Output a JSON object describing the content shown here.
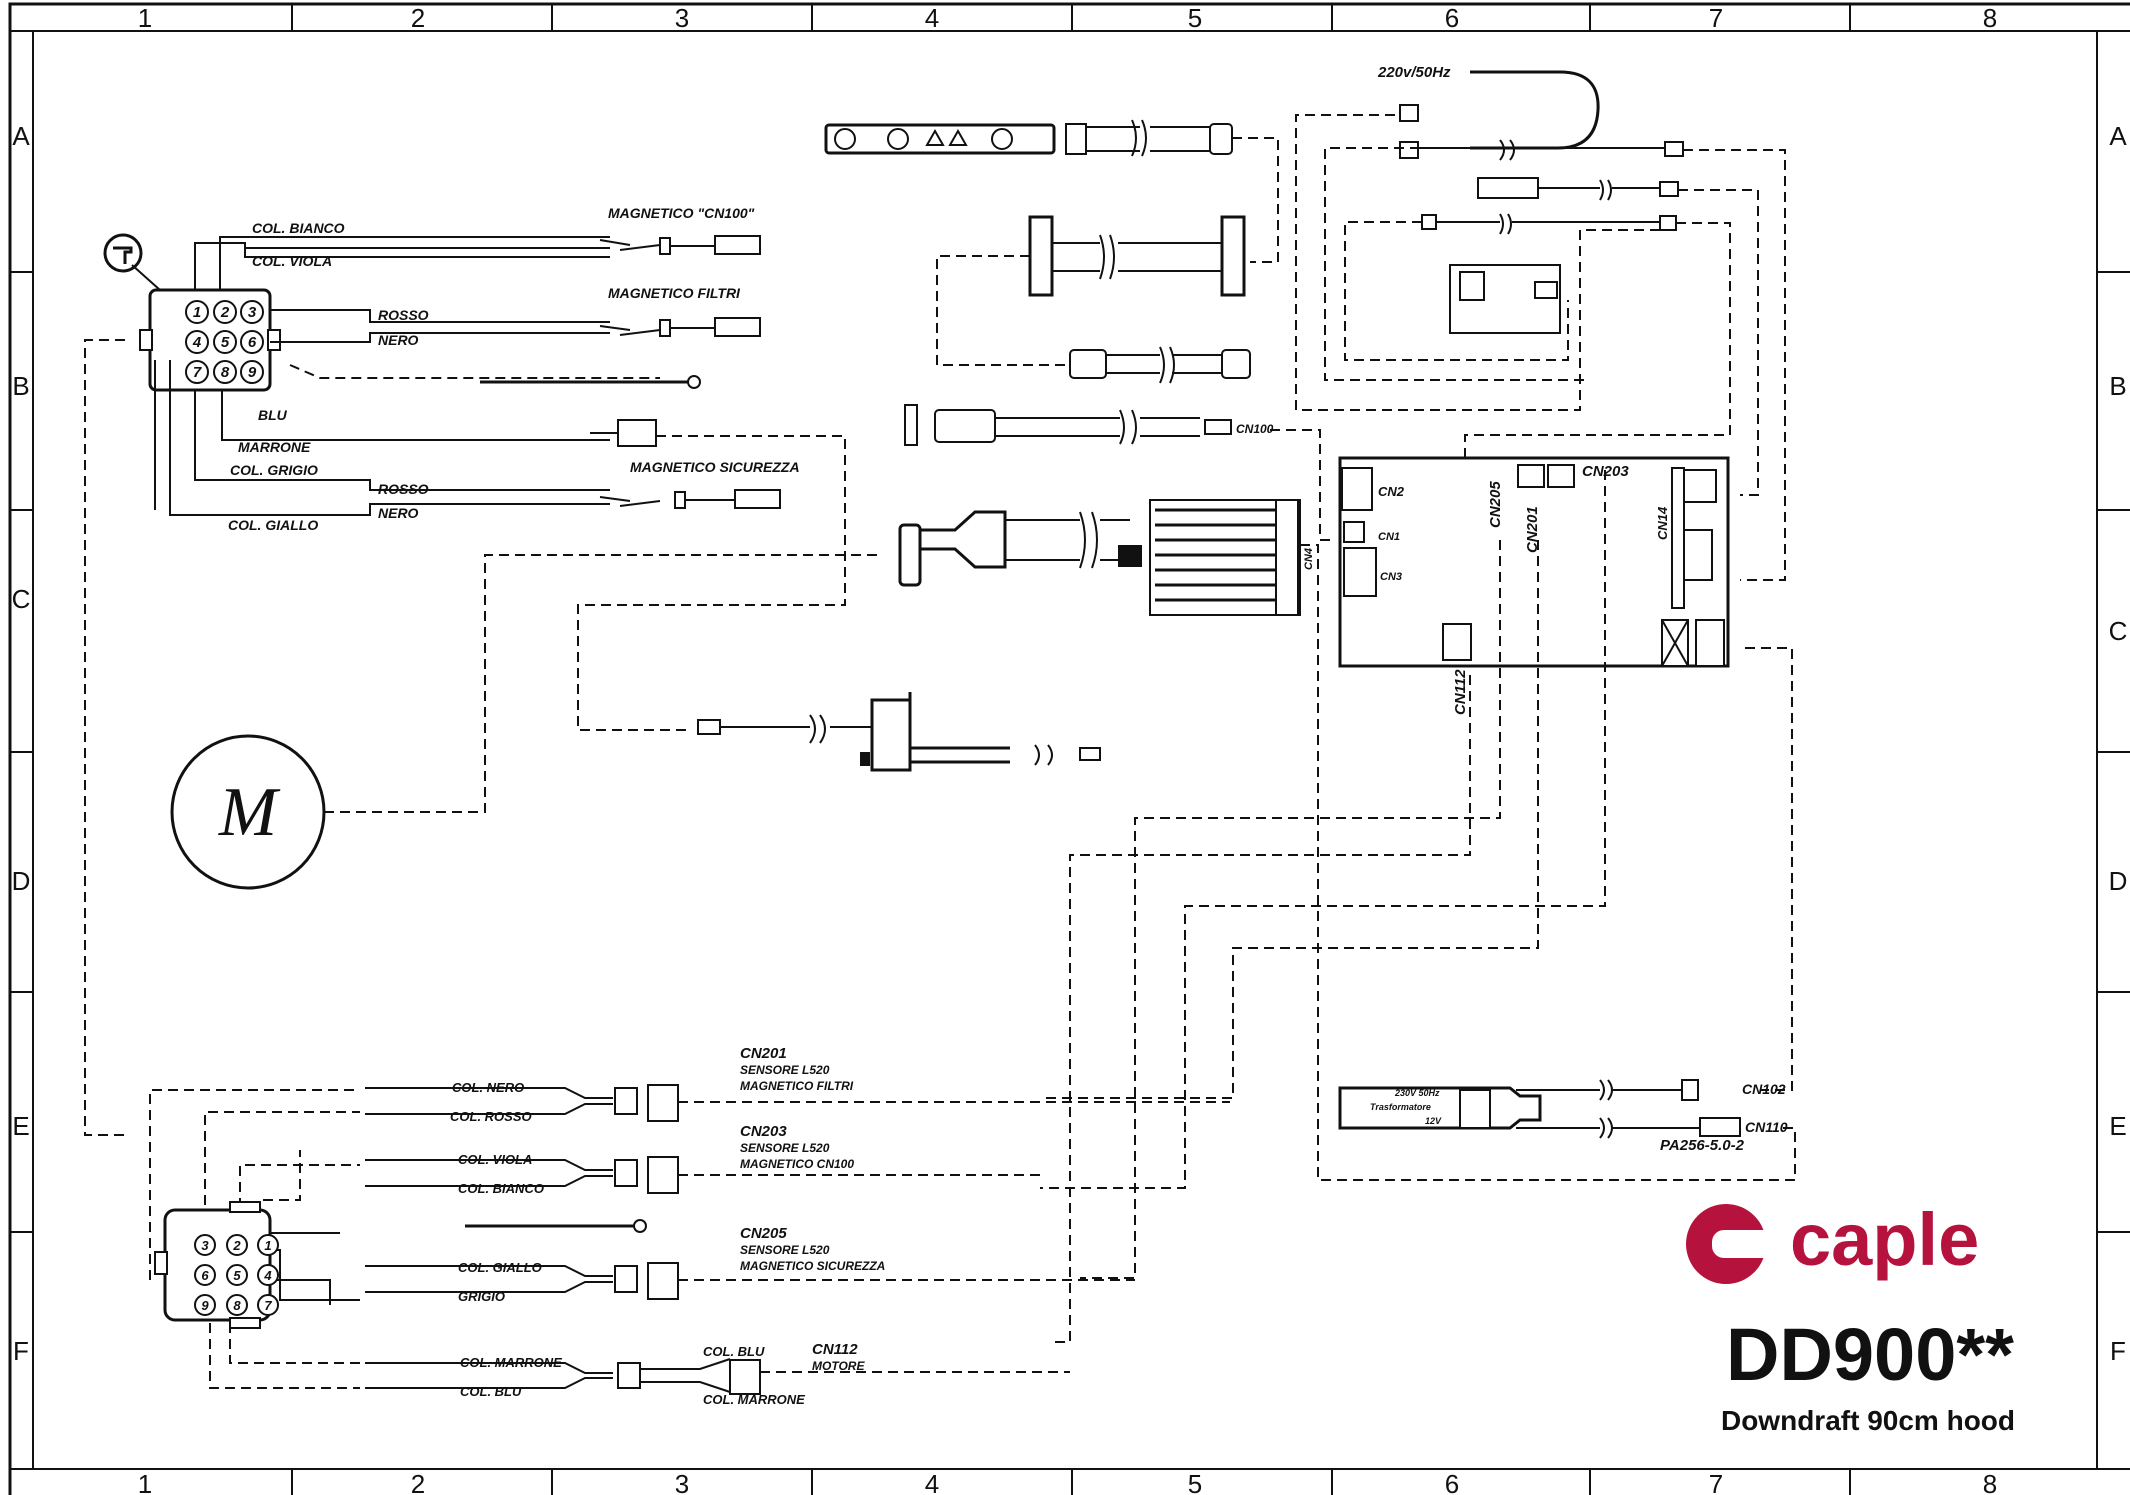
{
  "grid": {
    "columns": [
      "1",
      "2",
      "3",
      "4",
      "5",
      "6",
      "7",
      "8"
    ],
    "rows": [
      "A",
      "B",
      "C",
      "D",
      "E",
      "F"
    ]
  },
  "top_labels": {
    "col_bianco": "COL. BIANCO",
    "col_viola": "COL. VIOLA",
    "rosso_1": "ROSSO",
    "nero_1": "NERO",
    "blu": "BLU",
    "marrone": "MARRONE",
    "col_grigio": "COL. GRIGIO",
    "rosso_2": "ROSSO",
    "nero_2": "NERO",
    "col_giallo": "COL. GIALLO",
    "magnetico_cn100": "MAGNETICO \"CN100\"",
    "magnetico_filtri": "MAGNETICO FILTRI",
    "magnetico_sicurezza": "MAGNETICO SICUREZZA"
  },
  "connector_top_numbers": [
    "1",
    "2",
    "3",
    "4",
    "5",
    "6",
    "7",
    "8",
    "9"
  ],
  "connector_bottom_numbers": [
    "3",
    "2",
    "1",
    "6",
    "5",
    "4",
    "9",
    "8",
    "7"
  ],
  "motor_label": "M",
  "power": {
    "supply": "220v/50Hz",
    "cn100": "CN100",
    "cn203": "CN203",
    "cn205": "CN205",
    "cn201": "CN201",
    "cn112": "CN112",
    "cn102": "CN102",
    "cn110": "CN110",
    "pa256": "PA256-5.0-2",
    "transformer_line1": "230V 50Hz",
    "transformer_line2": "Trasformatore",
    "transformer_line3": "12V",
    "board_label1": "CN2",
    "board_label2": "CN1",
    "board_label3": "CN3",
    "board_label4": "CN14",
    "cn_small": "CN4"
  },
  "bottom_labels": {
    "col_nero": "COL. NERO",
    "col_rosso": "COL. ROSSO",
    "col_viola": "COL. VIOLA",
    "col_bianco": "COL. BIANCO",
    "col_giallo": "COL. GIALLO",
    "grigio": "GRIGIO",
    "col_marrone": "COL. MARRONE",
    "col_blu": "COL. BLU",
    "col_blu_r": "COL. BLU",
    "col_marrone_r": "COL. MARRONE",
    "cn201": "CN201",
    "cn201_l1": "SENSORE L520",
    "cn201_l2": "MAGNETICO FILTRI",
    "cn203": "CN203",
    "cn203_l1": "SENSORE L520",
    "cn203_l2": "MAGNETICO CN100",
    "cn205": "CN205",
    "cn205_l1": "SENSORE L520",
    "cn205_l2": "MAGNETICO SICUREZZA",
    "cn112": "CN112",
    "cn112_l1": "MOTORE"
  },
  "brand": {
    "name": "caple",
    "model": "DD900**",
    "description": "Downdraft 90cm hood",
    "color": "#b5123e"
  }
}
